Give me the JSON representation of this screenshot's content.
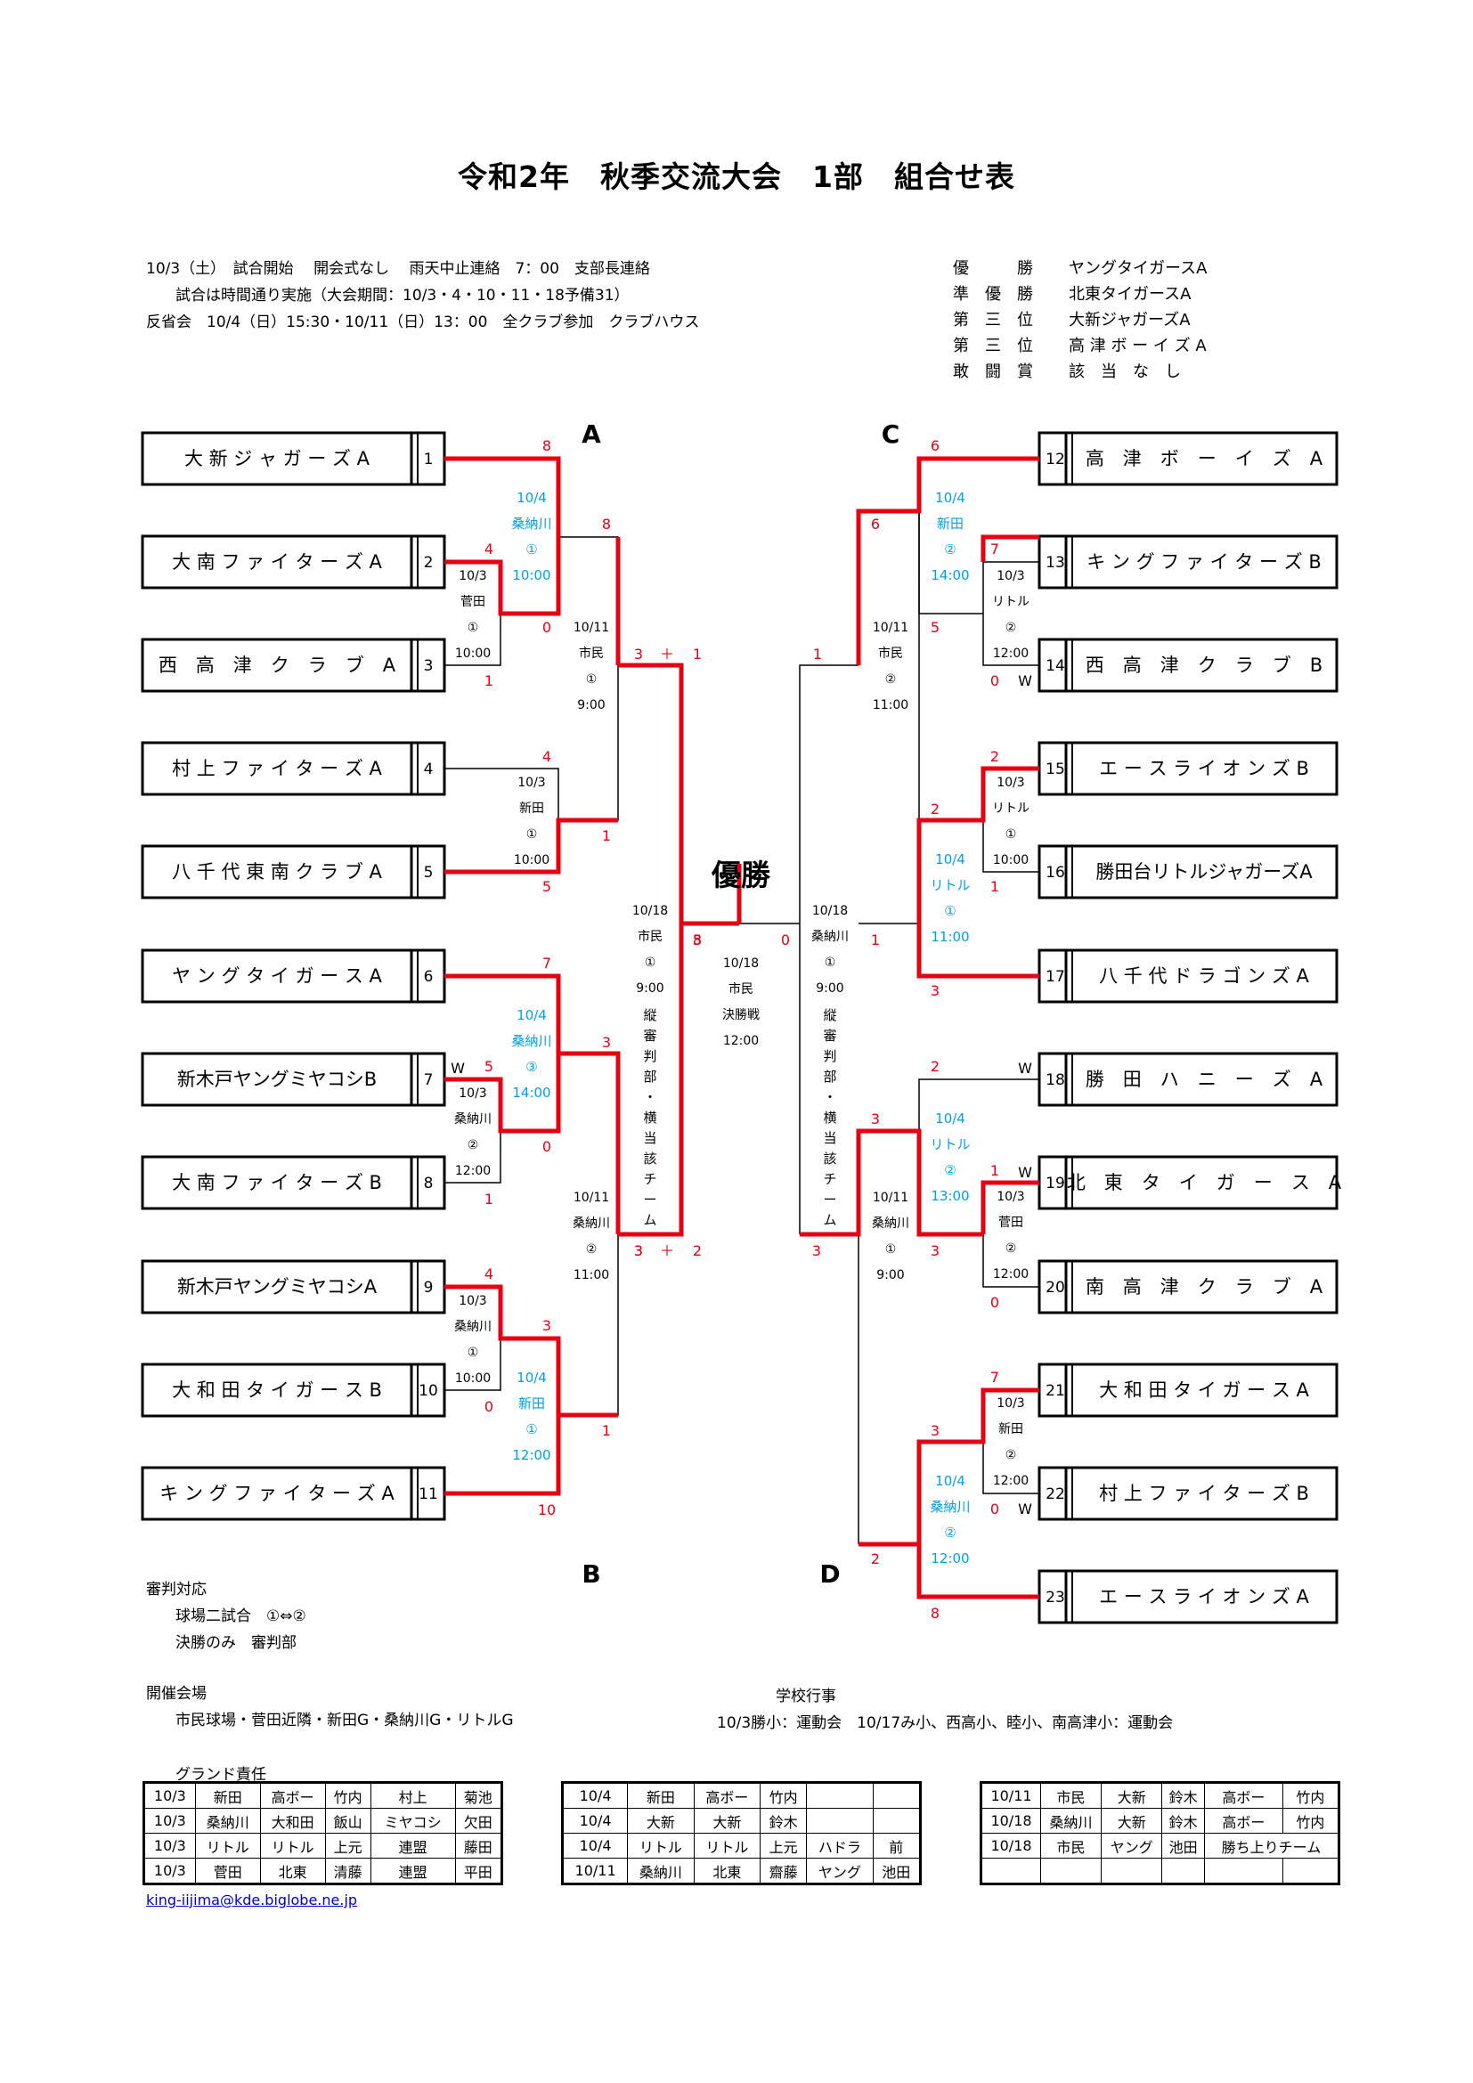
{
  "title": "令和2年　秋季交流大会　1部　組合せ表",
  "info_lines": [
    "10/3（土）　試合開始　 開会式なし　 雨天中止連絡　7：00　支部長連絡",
    "試合は時間通り実施（大会期間：10/3・4・10・11・18予備31）",
    "反省会　10/4（日）15:30・10/11（日）13：00　全クラブ参加　クラブハウス"
  ],
  "results": [
    {
      "label": "優　　　勝",
      "value": "ヤングタイガースA"
    },
    {
      "label": "準　優　勝",
      "value": "北東タイガースA"
    },
    {
      "label": "第　三　位",
      "value": "大新ジャガーズA"
    },
    {
      "label": "第　三　位",
      "value": "高 津 ボ ー イ ズ A"
    },
    {
      "label": "敢　闘　賞",
      "value": "該　当　な　し"
    }
  ],
  "bracket_letters": {
    "a": "A",
    "b": "B",
    "c": "C",
    "d": "D"
  },
  "champion_label": "優勝",
  "teams": [
    {
      "no": "1",
      "name": "大 新 ジ ャ ガ ー ズ A"
    },
    {
      "no": "2",
      "name": "大 南 フ ァ イ タ ー ズ A"
    },
    {
      "no": "3",
      "name": "西　高　津　ク　ラ　ブ　A"
    },
    {
      "no": "4",
      "name": "村 上 フ ァ イ タ ー ズ A"
    },
    {
      "no": "5",
      "name": "八 千 代 東 南 ク ラ ブ A"
    },
    {
      "no": "6",
      "name": "ヤ ン グ タ イ ガ ー ス A"
    },
    {
      "no": "7",
      "name": "新木戸ヤングミヤコシB"
    },
    {
      "no": "8",
      "name": "大 南 フ ァ イ タ ー ズ B"
    },
    {
      "no": "9",
      "name": "新木戸ヤングミヤコシA"
    },
    {
      "no": "10",
      "name": "大 和 田 タ イ ガ ー ス B"
    },
    {
      "no": "11",
      "name": "キ ン グ フ ァ イ タ ー ズ A"
    },
    {
      "no": "12",
      "name": "高　津　ボ　ー　イ　ズ　A"
    },
    {
      "no": "13",
      "name": "キ ン グ フ ァ イ タ ー ズ B"
    },
    {
      "no": "14",
      "name": "西　高　津　ク　ラ　ブ　B"
    },
    {
      "no": "15",
      "name": "エ ー ス ラ イ オ ン ズ B"
    },
    {
      "no": "16",
      "name": "勝田台リトルジャガーズA"
    },
    {
      "no": "17",
      "name": "八 千 代 ド ラ ゴ ン ズ A"
    },
    {
      "no": "18",
      "name": "勝　田　ハ　ニ　ー　ズ　A"
    },
    {
      "no": "19",
      "name": "北　東　タ　イ　ガ　ー　ス　A"
    },
    {
      "no": "20",
      "name": "南　高　津　ク　ラ　ブ　A"
    },
    {
      "no": "21",
      "name": "大 和 田 タ イ ガ ー ス A"
    },
    {
      "no": "22",
      "name": "村 上 フ ァ イ タ ー ズ B"
    },
    {
      "no": "23",
      "name": "エ ー ス ラ イ オ ン ズ A"
    }
  ],
  "scores": [
    "8",
    "4",
    "0",
    "1",
    "8",
    "4",
    "1",
    "5",
    "3",
    "1",
    "7",
    "5",
    "0",
    "1",
    "3",
    "4",
    "3",
    "0",
    "1",
    "10",
    "3",
    "3",
    "6",
    "7",
    "5",
    "0",
    "6",
    "1",
    "2",
    "2",
    "1",
    "1",
    "3",
    "2",
    "1",
    "0",
    "3",
    "3",
    "3",
    "7",
    "0",
    "3",
    "2",
    "8",
    "5",
    "3",
    "8",
    "0",
    "＋",
    "＋",
    "1",
    "2",
    "W",
    "W",
    "W",
    "W",
    "W"
  ],
  "match_info": {
    "black": [
      [
        "10/3",
        "菅田",
        "①",
        "10:00"
      ],
      [
        "10/3",
        "新田",
        "①",
        "10:00"
      ],
      [
        "10/3",
        "桑納川",
        "②",
        "12:00"
      ],
      [
        "10/3",
        "桑納川",
        "①",
        "10:00"
      ],
      [
        "10/3",
        "リトル",
        "②",
        "12:00"
      ],
      [
        "10/3",
        "リトル",
        "①",
        "10:00"
      ],
      [
        "10/3",
        "菅田",
        "②",
        "12:00"
      ],
      [
        "10/3",
        "新田",
        "②",
        "12:00"
      ],
      [
        "10/11",
        "市民",
        "①",
        "9:00"
      ],
      [
        "10/11",
        "桑納川",
        "②",
        "11:00"
      ],
      [
        "10/11",
        "市民",
        "②",
        "11:00"
      ],
      [
        "10/11",
        "桑納川",
        "①",
        "9:00"
      ],
      [
        "10/18",
        "市民",
        "①",
        "9:00"
      ],
      [
        "10/18",
        "桑納川",
        "①",
        "9:00"
      ],
      [
        "10/18",
        "市民",
        "決勝戦",
        "12:00"
      ]
    ],
    "blue": [
      [
        "10/4",
        "桑納川",
        "①",
        "10:00"
      ],
      [
        "10/4",
        "桑納川",
        "③",
        "14:00"
      ],
      [
        "10/4",
        "新田",
        "①",
        "12:00"
      ],
      [
        "10/4",
        "新田",
        "②",
        "14:00"
      ],
      [
        "10/4",
        "リトル",
        "①",
        "11:00"
      ],
      [
        "10/4",
        "リトル",
        "②",
        "13:00"
      ],
      [
        "10/4",
        "桑納川",
        "②",
        "12:00"
      ]
    ],
    "umpire_vertical": "縦審判部・横当該チーム"
  },
  "umpire": {
    "heading": "審判対応",
    "lines": [
      "球場二試合　①⇔②",
      "決勝のみ　審判部"
    ]
  },
  "venue": {
    "heading": "開催会場",
    "text": "市民球場・菅田近隣・新田G・桑納川G・リトルG"
  },
  "school": {
    "heading": "学校行事",
    "text": "10/3勝小：運動会　10/17み小、西高小、睦小、南高津小：運動会"
  },
  "ground": {
    "heading": "グランド責任",
    "tables": [
      [
        [
          "10/3",
          "新田",
          "高ボー",
          "竹内",
          "村上",
          "菊池"
        ],
        [
          "10/3",
          "桑納川",
          "大和田",
          "飯山",
          "ミヤコシ",
          "欠田"
        ],
        [
          "10/3",
          "リトル",
          "リトル",
          "上元",
          "連盟",
          "藤田"
        ],
        [
          "10/3",
          "菅田",
          "北東",
          "清藤",
          "連盟",
          "平田"
        ]
      ],
      [
        [
          "10/4",
          "新田",
          "高ボー",
          "竹内",
          "",
          ""
        ],
        [
          "10/4",
          "大新",
          "大新",
          "鈴木",
          "",
          ""
        ],
        [
          "10/4",
          "リトル",
          "リトル",
          "上元",
          "ハドラ",
          "前"
        ],
        [
          "10/11",
          "桑納川",
          "北東",
          "齋藤",
          "ヤング",
          "池田"
        ]
      ],
      [
        [
          "10/11",
          "市民",
          "大新",
          "鈴木",
          "高ボー",
          "竹内"
        ],
        [
          "10/18",
          "桑納川",
          "大新",
          "鈴木",
          "高ボー",
          "竹内"
        ],
        [
          "10/18",
          "市民",
          "ヤング",
          "池田",
          "勝ち上りチーム",
          ""
        ],
        [
          "",
          "",
          "",
          "",
          "",
          ""
        ]
      ]
    ]
  },
  "email": "king-iijima@kde.biglobe.ne.jp",
  "colors": {
    "red": "#e60012",
    "blue": "#00a0e9",
    "black": "#000000"
  }
}
